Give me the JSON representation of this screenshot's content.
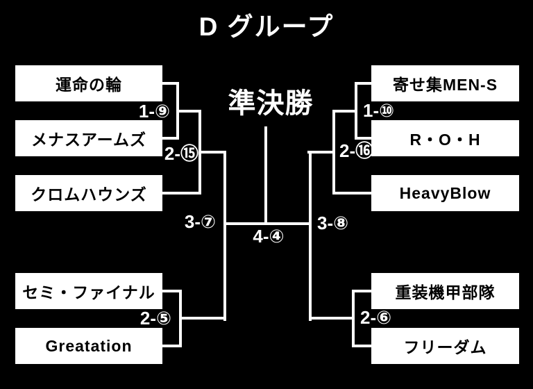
{
  "title": "D グループ",
  "center": {
    "heading": "準決勝",
    "final_label": "4-④"
  },
  "left": {
    "teams": [
      "運命の輪",
      "メナスアームズ",
      "クロムハウンズ",
      "セミ・ファイナル",
      "Greatation"
    ],
    "labels": [
      "1-⑨",
      "2-⑮",
      "3-⑦",
      "2-⑤"
    ]
  },
  "right": {
    "teams": [
      "寄せ集MEN-S",
      "R・O・H",
      "HeavyBlow",
      "重装機甲部隊",
      "フリーダム"
    ],
    "labels": [
      "1-⑩",
      "2-⑯",
      "3-⑧",
      "2-⑥"
    ]
  },
  "colors": {
    "background": "#000000",
    "box_background": "#ffffff",
    "box_text": "#000000",
    "line": "#ffffff",
    "label_text": "#ffffff"
  }
}
